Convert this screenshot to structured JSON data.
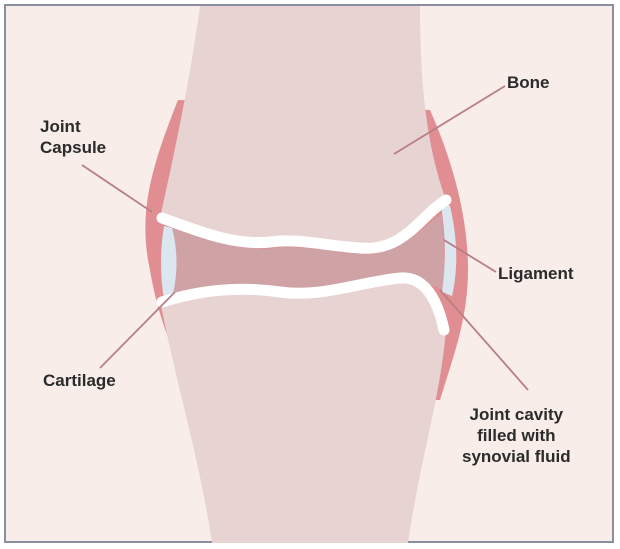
{
  "labels": {
    "bone": "Bone",
    "joint_capsule": "Joint\nCapsule",
    "ligament": "Ligament",
    "cartilage": "Cartilage",
    "joint_cavity": "Joint cavity\nfilled with\nsynovial fluid"
  },
  "colors": {
    "background": "#f8ede8",
    "bone": "#e7d3d2",
    "capsule": "#e08e92",
    "synovial_fluid": "#cfa2a6",
    "cartilage": "#ffffff",
    "ligament": "#dbe6ee",
    "leader_line": "#b87f85",
    "label_text": "#2b2b2b"
  }
}
